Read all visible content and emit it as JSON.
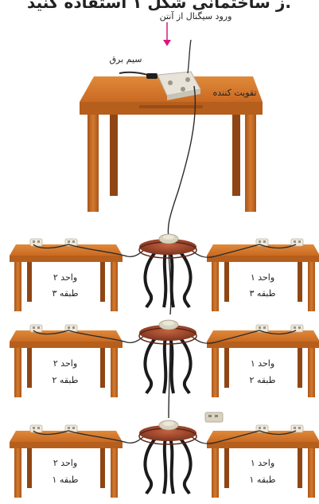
{
  "header": {
    "partial_title": "ز ساختمانی شکل ۱ استفاده کنید."
  },
  "labels": {
    "antenna_input": "ورود سیگنال از آنتن",
    "power_cable": "سیم برق",
    "amplifier": "تقویت کننده"
  },
  "units": [
    {
      "unit": "واحد ۲",
      "floor": "طبقه ۳"
    },
    {
      "unit": "واحد ۱",
      "floor": "طبقه ۳"
    },
    {
      "unit": "واحد ۲",
      "floor": "طبقه ۲"
    },
    {
      "unit": "واحد ۱",
      "floor": "طبقه ۲"
    },
    {
      "unit": "واحد ۲",
      "floor": "طبقه ۱"
    },
    {
      "unit": "واحد ۱",
      "floor": "طبقه ۱"
    }
  ],
  "colors": {
    "wood_top": "#d2772a",
    "wood_front": "#b65e1c",
    "wood_leg": "#c46a22",
    "arrow": "#d6197f",
    "cable": "#2b2b2b",
    "round_table": "#a44a2e",
    "round_legs": "#1b1b1b"
  }
}
